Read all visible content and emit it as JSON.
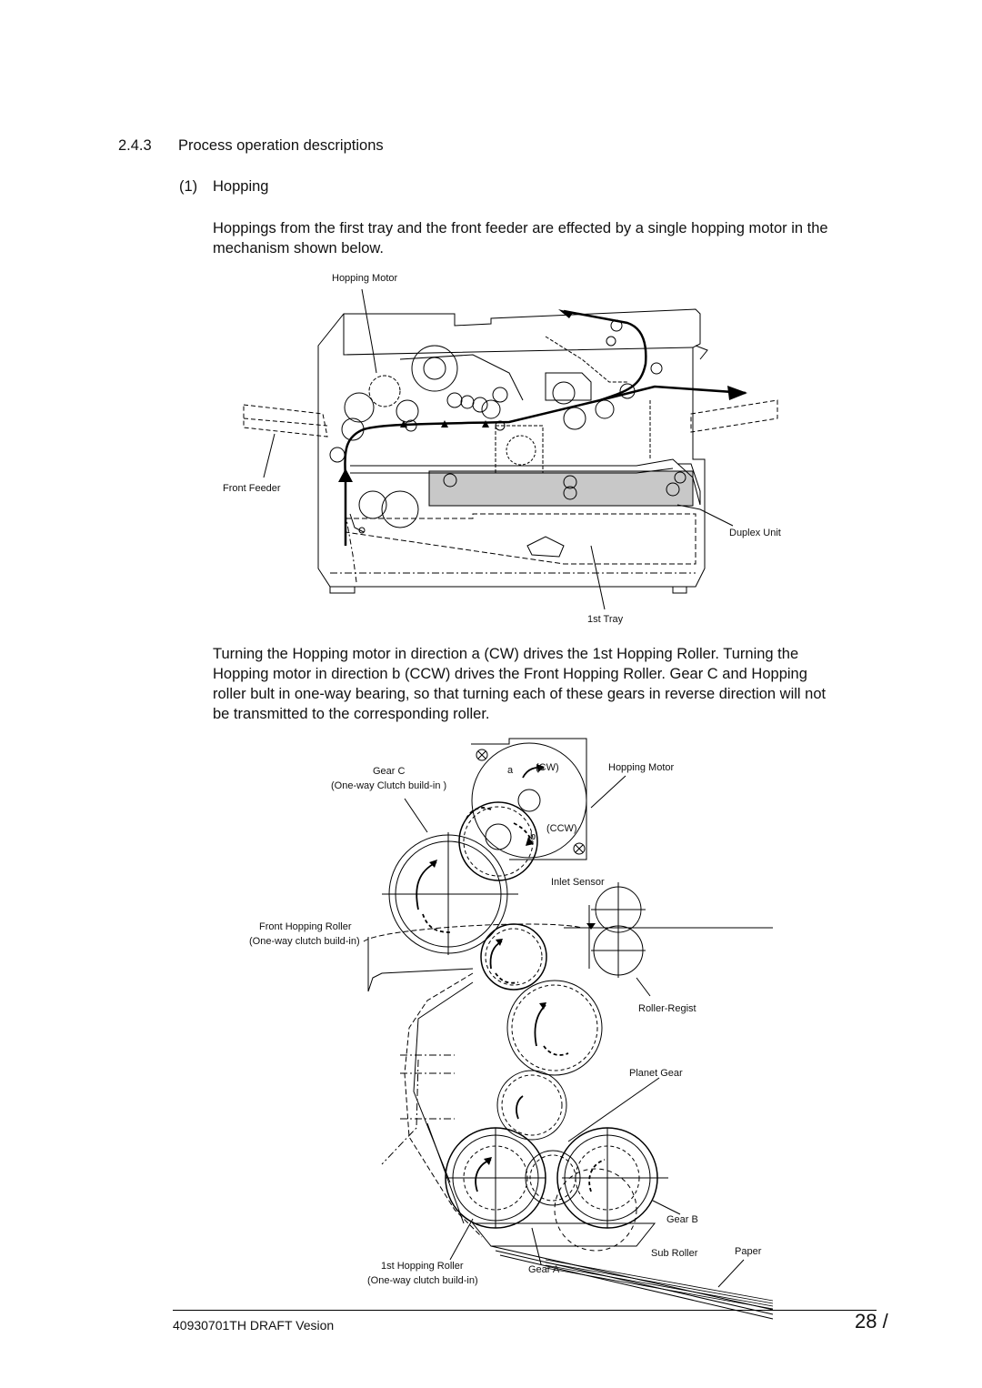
{
  "section": {
    "number": "2.4.3",
    "title": "Process operation descriptions",
    "sub_number": "(1)",
    "sub_title": "Hopping"
  },
  "paragraphs": {
    "intro_line1": "Hoppings from the first tray and the front feeder are effected by a single hopping motor in the",
    "intro_line2": "mechanism shown below.",
    "turning_line1": "Turning the Hopping motor in direction a (CW) drives the 1st Hopping Roller.  Turning the",
    "turning_line2": "Hopping motor in direction b (CCW) drives the Front Hopping Roller.  Gear C and Hopping",
    "turning_line3": "roller bult in one-way bearing, so that turning each of these gears in reverse direction will not",
    "turning_line4": "be transmitted to the corresponding roller."
  },
  "figure1": {
    "hopping_motor": "Hopping Motor",
    "front_feeder": "Front Feeder",
    "duplex_unit": "Duplex Unit",
    "first_tray": "1st Tray"
  },
  "figure2": {
    "gear_c": "Gear C",
    "gear_c_note": "(One-way Clutch build-in )",
    "a": "a",
    "cw": "(CW)",
    "b": "b",
    "ccw": "(CCW)",
    "hopping_motor": "Hopping Motor",
    "inlet_sensor": "Inlet Sensor",
    "front_hopping_roller": "Front Hopping Roller",
    "front_hopping_note": "(One-way clutch build-in)",
    "roller_regist": "Roller-Regist",
    "planet_gear": "Planet Gear",
    "gear_b": "Gear B",
    "sub_roller": "Sub Roller",
    "paper": "Paper",
    "first_hopping_roller": "1st Hopping Roller",
    "first_hopping_note": "(One-way clutch build-in)",
    "gear_a": "Gear A"
  },
  "footer": {
    "doc_id": "40930701TH  DRAFT Vesion",
    "page": "28 /"
  }
}
